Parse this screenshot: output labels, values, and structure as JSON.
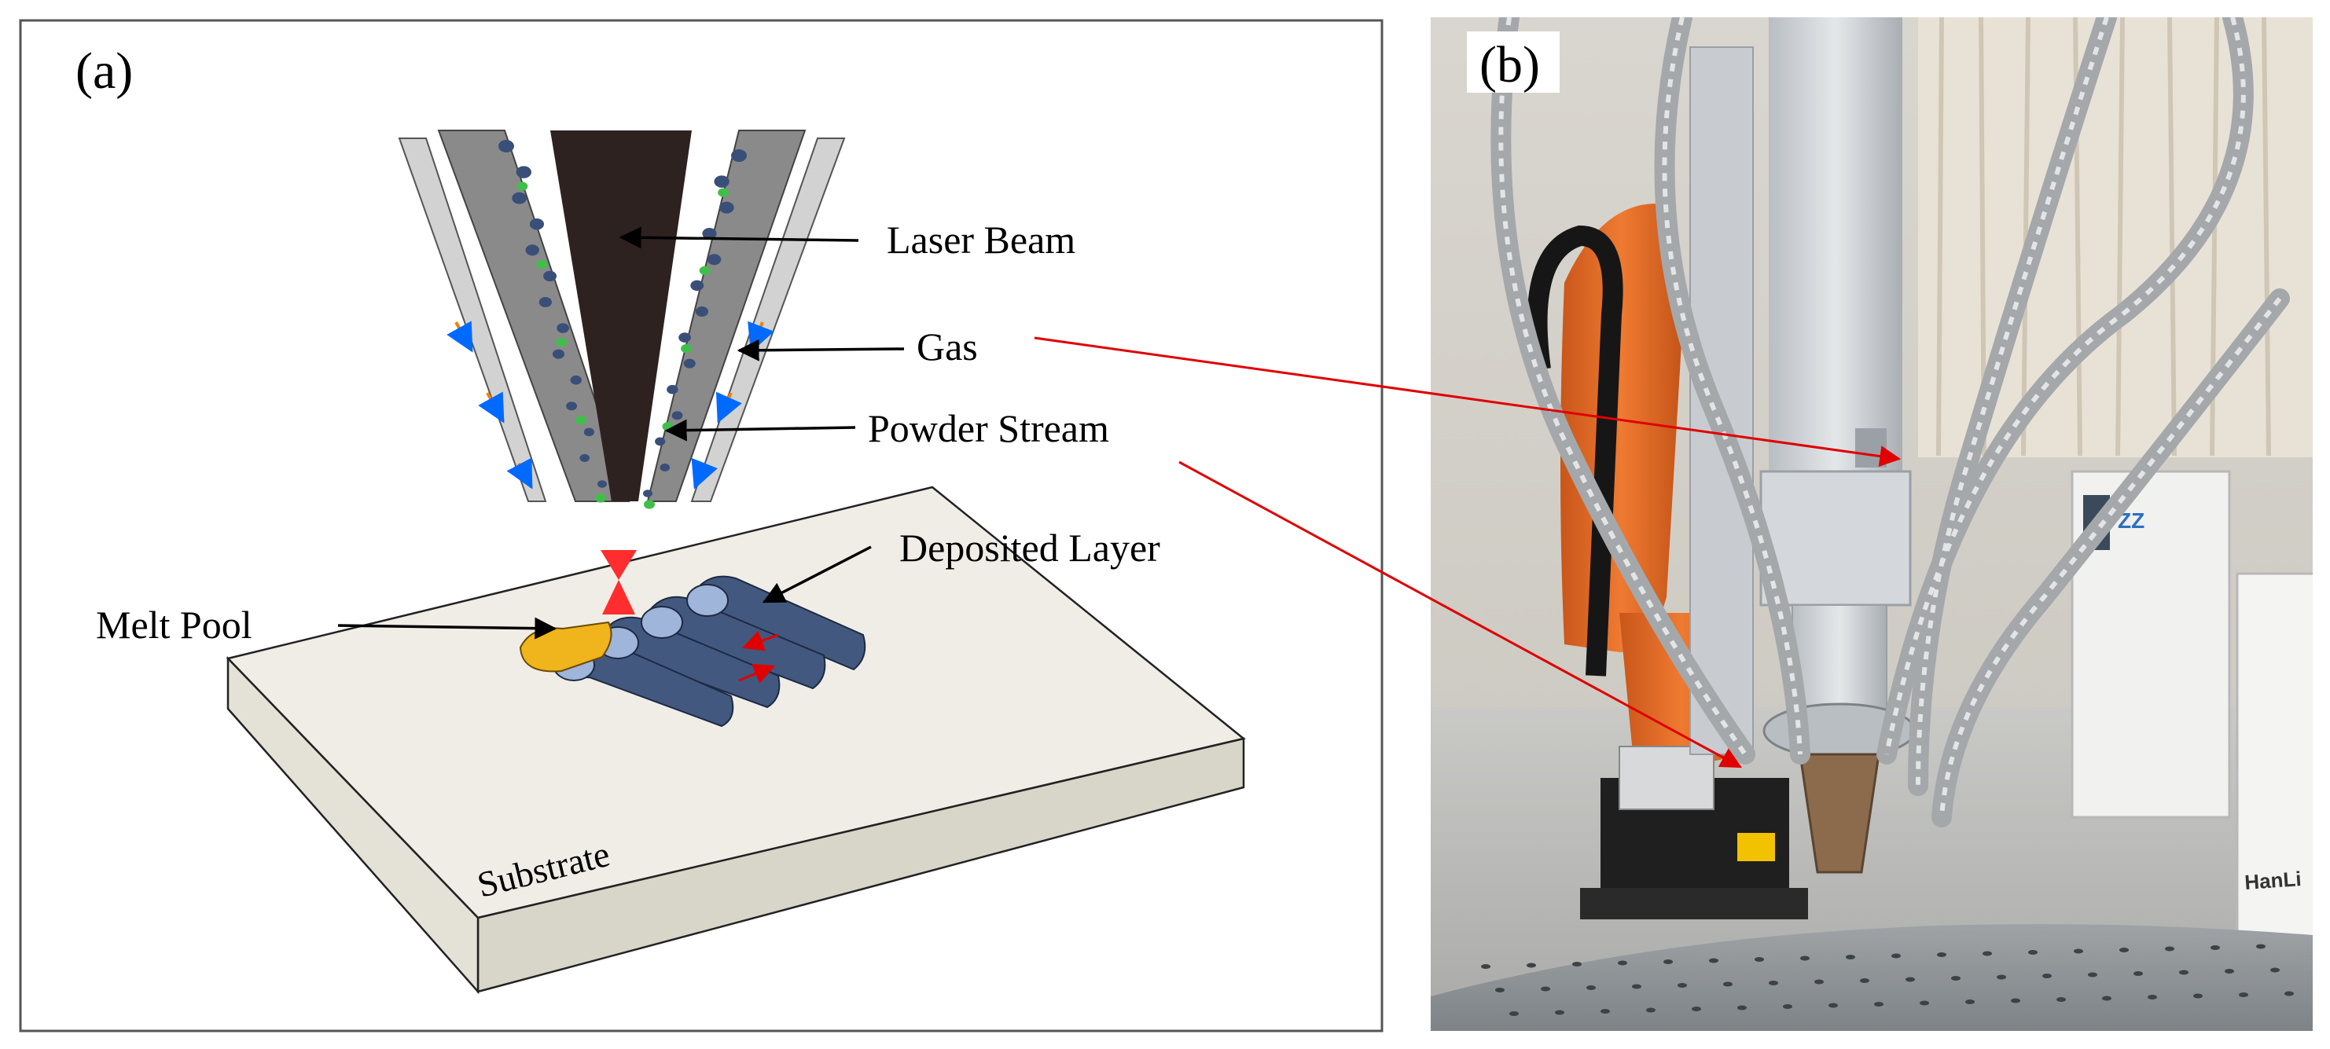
{
  "panel_a": {
    "label": "(a)",
    "labels": {
      "laser_beam": "Laser Beam",
      "gas": "Gas",
      "powder_stream": "Powder Stream",
      "deposited_layer": "Deposited Layer",
      "melt_pool": "Melt Pool",
      "substrate": "Substrate"
    }
  },
  "panel_b": {
    "label": "(b)",
    "photo_text": {
      "cabinet_logo": "ZZ",
      "cabinet_brand": "HanLi"
    }
  },
  "colors": {
    "pointer_arrows": "#e00000",
    "annotation_arrows": "#000000",
    "laser_beam": "#2e2221",
    "nozzle_inner": "#8a8a8a",
    "nozzle_outer": "#d2d2d2",
    "powder": "#3a4f78",
    "gas_arrows": "#3b8fd6",
    "deposit_track": "#42587f",
    "deposit_top": "#9fb5d9",
    "melt_pool": "#f0b41c",
    "substrate_top": "#efede6",
    "substrate_side": "#d8d5c9",
    "robot_orange": "#e9722b"
  }
}
